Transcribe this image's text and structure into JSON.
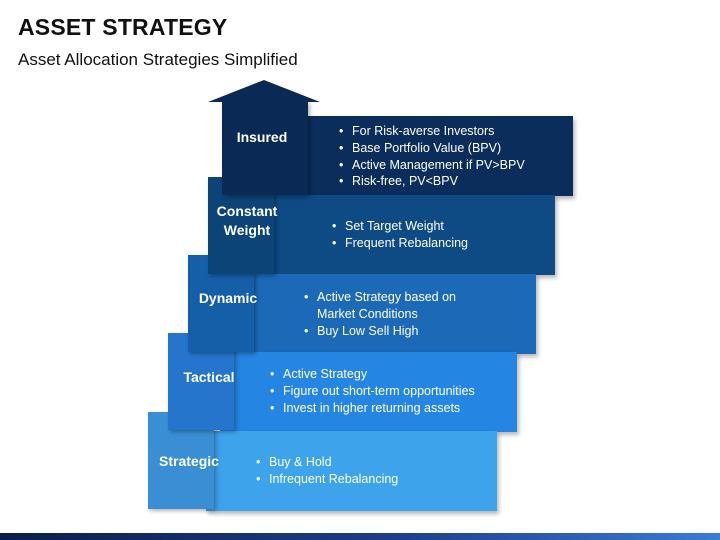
{
  "header": {
    "title": "ASSET STRATEGY",
    "subtitle": "Asset Allocation Strategies Simplified"
  },
  "colors": {
    "insured": "#0b2d5b",
    "constant_weight": "#0e4a84",
    "dynamic": "#1b69b7",
    "tactical": "#2585e2",
    "strategic": "#3da3ea"
  },
  "steps": [
    {
      "label": "Insured",
      "bullets": [
        "For Risk-averse Investors",
        "Base Portfolio Value (BPV)",
        "Active Management if PV>BPV",
        "Risk-free,  PV<BPV"
      ]
    },
    {
      "label": "Constant Weight",
      "bullets": [
        "Set Target Weight",
        "Frequent Rebalancing"
      ]
    },
    {
      "label": "Dynamic",
      "bullets": [
        "Active Strategy based on Market Conditions",
        "Buy Low Sell High"
      ]
    },
    {
      "label": "Tactical",
      "bullets": [
        "Active Strategy",
        "Figure out short-term opportunities",
        "Invest in higher returning assets"
      ]
    },
    {
      "label": "Strategic",
      "bullets": [
        "Buy & Hold",
        "Infrequent Rebalancing"
      ]
    }
  ]
}
